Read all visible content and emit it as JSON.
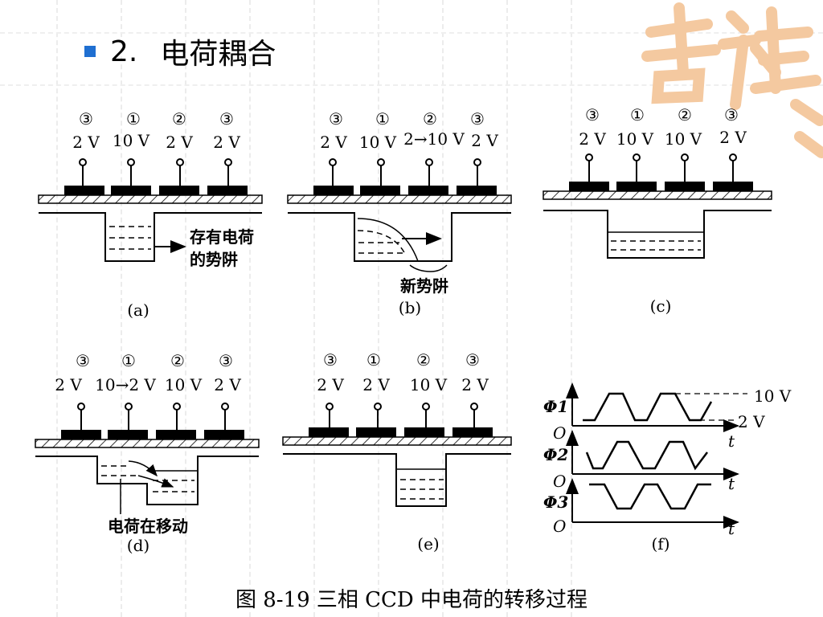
{
  "slide": {
    "bullet_number": "2.",
    "title": "电荷耦合"
  },
  "caption": "图 8-19   三相 CCD 中电荷的转移过程",
  "colors": {
    "bullet": "#1f6fd1",
    "ink": "#000000",
    "logo": "#f4c9a0",
    "guide": "#ececec"
  },
  "panels": [
    {
      "label": "(a)",
      "phases": [
        "③",
        "①",
        "②",
        "③"
      ],
      "voltages": [
        "2 V",
        "10 V",
        "2 V",
        "2 V"
      ],
      "note": "存有电荷\n的势阱"
    },
    {
      "label": "(b)",
      "phases": [
        "③",
        "①",
        "②",
        "③"
      ],
      "voltages": [
        "2 V",
        "10 V",
        "2→10 V",
        "2 V"
      ],
      "note": "新势阱"
    },
    {
      "label": "(c)",
      "phases": [
        "③",
        "①",
        "②",
        "③"
      ],
      "voltages": [
        "2 V",
        "10 V",
        "10 V",
        "2 V"
      ]
    },
    {
      "label": "(d)",
      "phases": [
        "③",
        "①",
        "②",
        "③"
      ],
      "voltages": [
        "2 V",
        "10→2 V",
        "10 V",
        "2 V"
      ],
      "note": "电荷在移动"
    },
    {
      "label": "(e)",
      "phases": [
        "③",
        "①",
        "②",
        "③"
      ],
      "voltages": [
        "2 V",
        "2 V",
        "10 V",
        "2 V"
      ]
    },
    {
      "label": "(f)",
      "phi_labels": [
        "Φ1",
        "Φ2",
        "Φ3"
      ],
      "levels": [
        "10 V",
        "2 V"
      ],
      "origin": "O",
      "time_axis": "t"
    }
  ]
}
